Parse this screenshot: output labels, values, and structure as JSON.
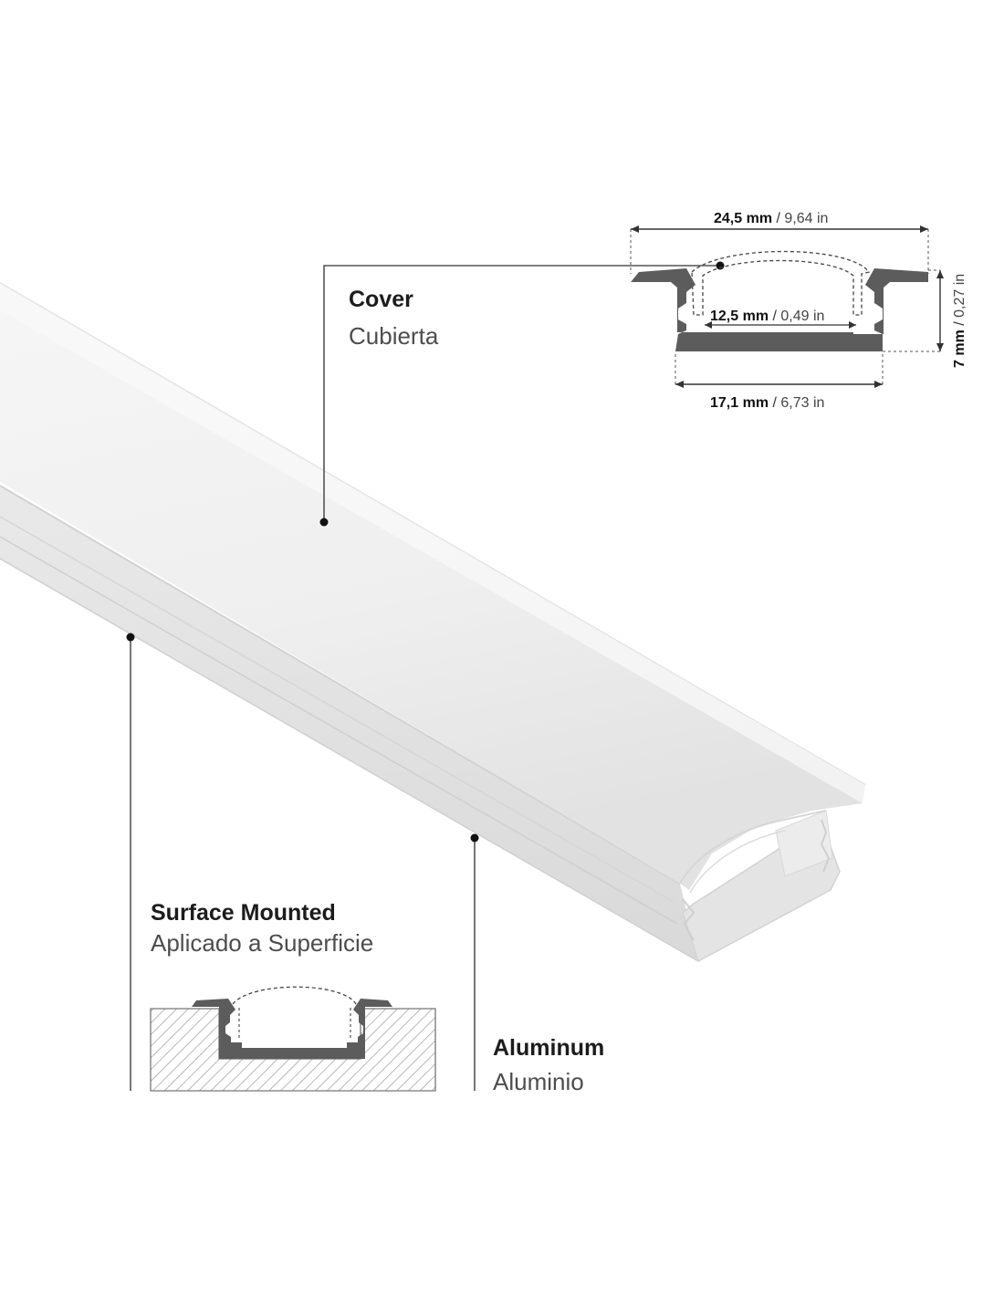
{
  "labels": {
    "cover": {
      "title": "Cover",
      "subtitle": "Cubierta"
    },
    "surface": {
      "title": "Surface Mounted",
      "subtitle": "Aplicado a Superficie"
    },
    "aluminum": {
      "title": "Aluminum",
      "subtitle": "Aluminio"
    }
  },
  "dimensions": {
    "outer_width": {
      "metric": "24,5 mm",
      "imperial": "9,64 in"
    },
    "inner_width": {
      "metric": "12,5 mm",
      "imperial": "0,49 in"
    },
    "base_width": {
      "metric": "17,1 mm",
      "imperial": "6,73 in"
    },
    "height": {
      "metric": "7 mm",
      "imperial": "0,27 in"
    }
  },
  "separator": " / ",
  "colors": {
    "profile_section": "#5a5a5a",
    "leader_line": "#555555",
    "dimension_line": "#333333",
    "extrusion_body": "#e6e6e6",
    "cover_diffuser": "#f1f1f1",
    "hatch": "#9a9a9a"
  }
}
